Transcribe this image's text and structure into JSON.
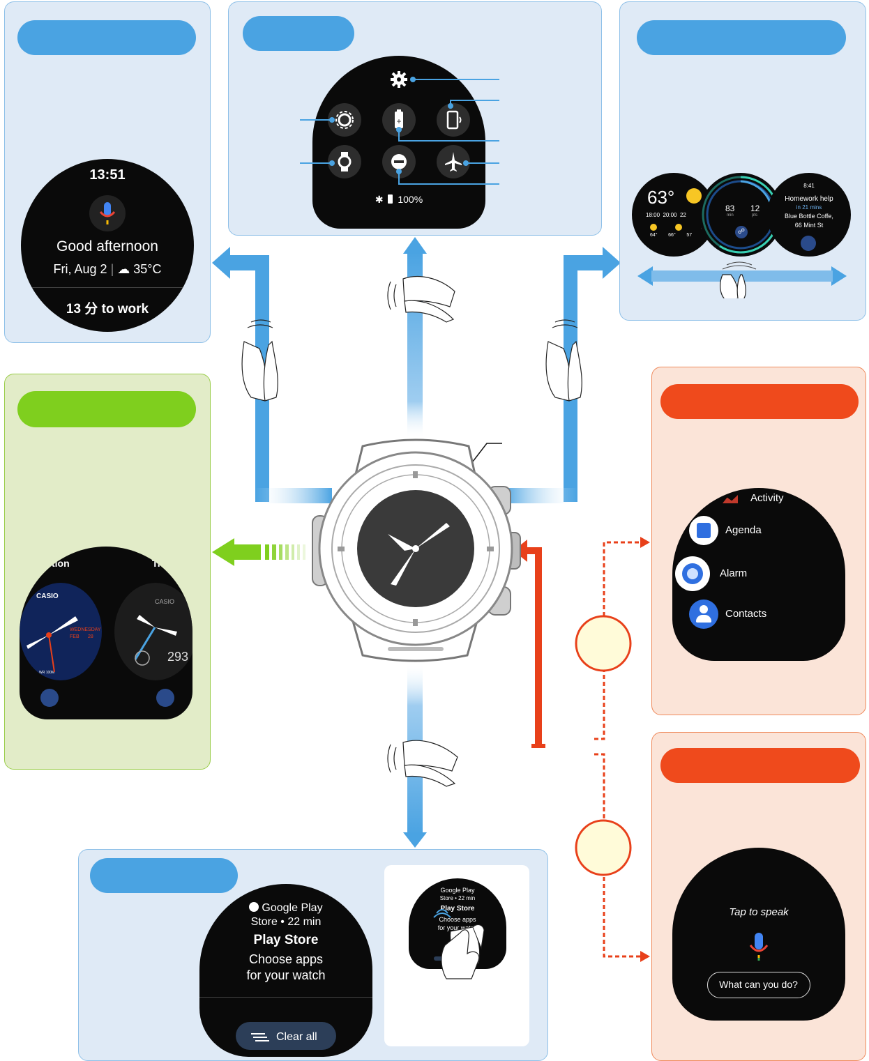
{
  "top_left": {
    "time": "13:51",
    "greeting": "Good afternoon",
    "date": "Fri, Aug 2",
    "weather": "35°C",
    "commute": "13 分 to work"
  },
  "quick_settings": {
    "battery": "100%"
  },
  "tiles": {
    "temperature": "63°",
    "hours": [
      "18:00",
      "20:00",
      "22"
    ],
    "temps": [
      "64°",
      "66°",
      "57"
    ],
    "activity_values": [
      "83",
      "12"
    ],
    "activity_units": [
      "min",
      "pts"
    ],
    "event_time": "8:41",
    "event_title": "Homework help",
    "event_when": "in 21 mins",
    "event_place": "Blue Bottle Coffe,",
    "event_address": "66 Mint St"
  },
  "watch_faces": {
    "label_left": "tion",
    "label_right": "Tr",
    "brand_1": "CASIO",
    "brand_2": "CASIO",
    "day": "WEDNESDAY",
    "month": "FEB",
    "date_num": "28",
    "tiny": "WR 100M",
    "value": "293"
  },
  "apps": {
    "items": [
      "Activity",
      "Agenda",
      "Alarm",
      "Contacts"
    ]
  },
  "assistant": {
    "prompt": "Tap to speak",
    "suggestion": "What can you do?"
  },
  "notifications": {
    "app_line": "Google Play",
    "meta_line": "Store • 22 min",
    "title": "Play Store",
    "body_1": "Choose apps",
    "body_2": "for your watch",
    "clear_label": "Clear all",
    "thumb_app_1": "Google Play",
    "thumb_app_2": "Store • 22 min",
    "thumb_title": "Play Store",
    "thumb_body_1": "Choose apps",
    "thumb_body_2": "for your watch"
  },
  "colors": {
    "blue_accent": "#4aa3e2",
    "green_accent": "#7fcf1e",
    "orange_accent": "#ef4a1c",
    "callout_fill": "#fffbd9"
  }
}
